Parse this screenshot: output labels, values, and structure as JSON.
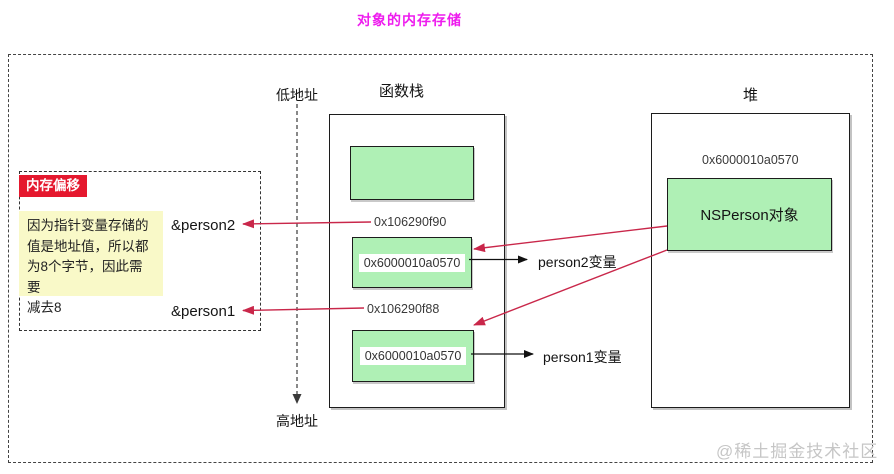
{
  "title": "对象的内存存储",
  "watermark": "@稀土掘金技术社区",
  "address_axis": {
    "low": "低地址",
    "high": "高地址"
  },
  "stack": {
    "title": "函数栈",
    "slot_person2": {
      "frame_address": "0x106290f90",
      "value": "0x6000010a0570",
      "pointer_name": "&person2",
      "variable_label": "person2变量"
    },
    "slot_person1": {
      "frame_address": "0x106290f88",
      "value": "0x6000010a0570",
      "pointer_name": "&person1",
      "variable_label": "person1变量"
    }
  },
  "heap": {
    "title": "堆",
    "object_address": "0x6000010a0570",
    "object_name": "NSPerson对象"
  },
  "note": {
    "badge": "内存偏移",
    "text": "因为指针变量存储的\n值是地址值，所以都\n为8个字节，因此需要\n减去8"
  },
  "colors": {
    "title_magenta": "#ee1cee",
    "badge_red": "#e5182e",
    "note_yellow": "#f9f9c8",
    "slot_green": "#aff0b5",
    "arrow_red": "#c9274a",
    "arrow_black": "#111111",
    "watermark_gray": "#c6c6c6"
  }
}
